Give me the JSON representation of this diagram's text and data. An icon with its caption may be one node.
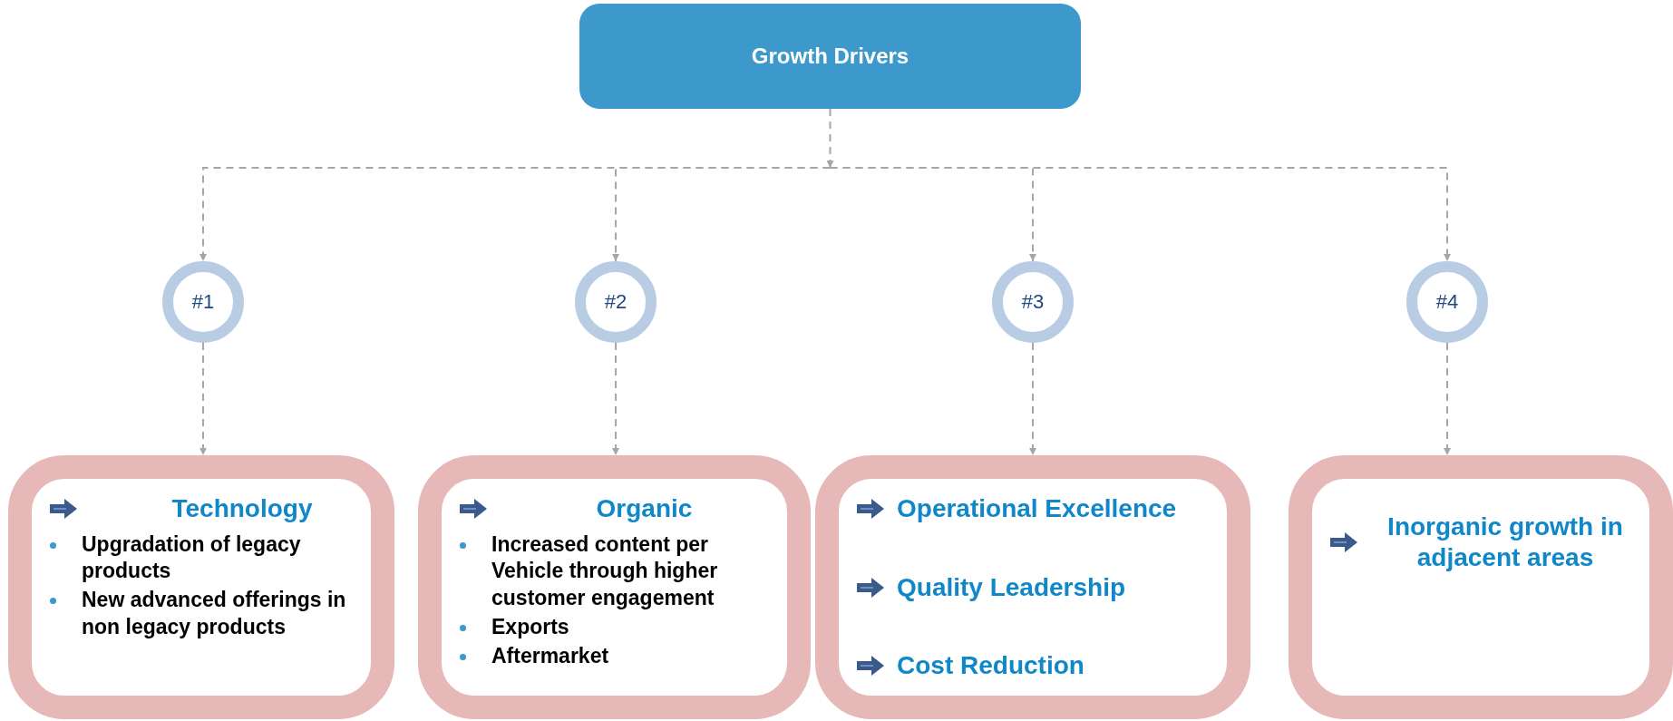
{
  "diagram": {
    "nodes": [
      {
        "text": [
          "Growth Drivers"
        ]
      },
      {
        "text": [
          "#1"
        ]
      },
      {
        "text": [
          "#2"
        ]
      },
      {
        "text": [
          "#3"
        ]
      },
      {
        "text": [
          "#4"
        ]
      },
      {
        "text": [
          "Technology",
          "Upgradation of legacy products",
          "New advanced offerings in non legacy products"
        ]
      },
      {
        "text": [
          "Organic",
          "Increased content per Vehicle through higher customer engagement",
          "Exports",
          "Aftermarket"
        ]
      },
      {
        "text": [
          "Operational Excellence",
          "Quality Leadership",
          "Cost Reduction"
        ]
      },
      {
        "text": [
          "Inorganic growth in adjacent areas"
        ]
      }
    ],
    "edges": [
      {
        "from": 0,
        "to": 1,
        "arrow": "to",
        "style": "dashed"
      },
      {
        "from": 0,
        "to": 2,
        "arrow": "to",
        "style": "dashed"
      },
      {
        "from": 0,
        "to": 3,
        "arrow": "to",
        "style": "dashed"
      },
      {
        "from": 0,
        "to": 4,
        "arrow": "to",
        "style": "dashed"
      },
      {
        "from": 1,
        "to": 5,
        "arrow": "to",
        "style": "dashed"
      },
      {
        "from": 2,
        "to": 6,
        "arrow": "to",
        "style": "dashed"
      },
      {
        "from": 3,
        "to": 7,
        "arrow": "to",
        "style": "dashed"
      },
      {
        "from": 4,
        "to": 8,
        "arrow": "to",
        "style": "dashed"
      }
    ]
  }
}
